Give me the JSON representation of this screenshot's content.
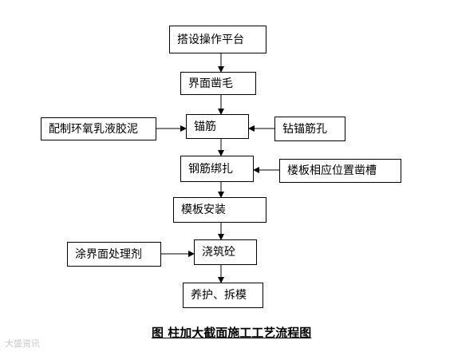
{
  "flowchart": {
    "main_steps": [
      "搭设操作平台",
      "界面凿毛",
      "锚筋",
      "钢筋绑扎",
      "模板安装",
      "浇筑砼",
      "养护、拆模"
    ],
    "side_inputs": {
      "epoxy": "配制环氧乳液胶泥",
      "drill": "钻锚筋孔",
      "slab_groove": "楼板相应位置凿槽",
      "interface_agent": "涂界面处理剂"
    }
  },
  "caption": "图 柱加大截面施工工艺流程图",
  "watermark": "大盛资讯"
}
